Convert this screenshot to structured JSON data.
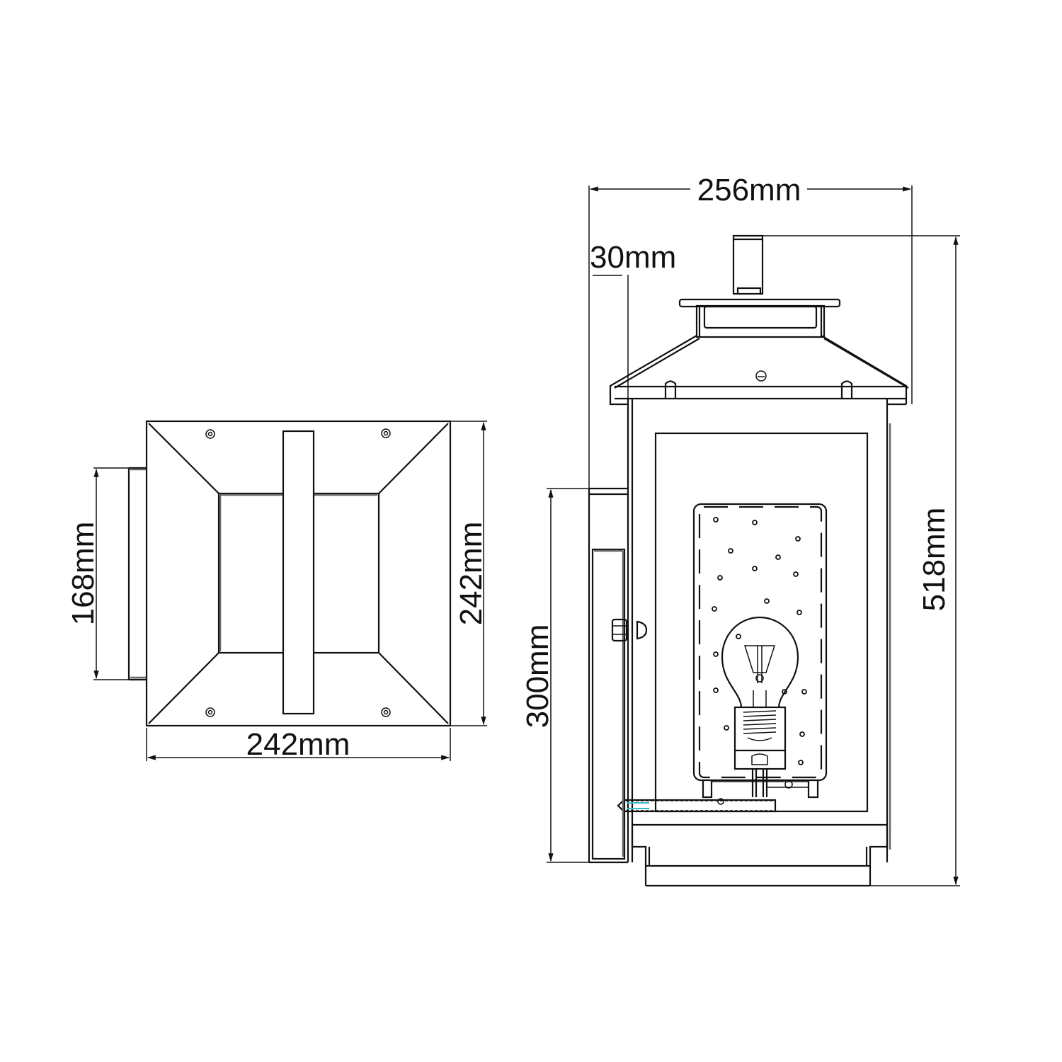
{
  "drawing": {
    "subject": "Outdoor wall lantern technical dimension drawing",
    "views": [
      {
        "id": "top-view",
        "name": "Top / plan view"
      },
      {
        "id": "side-view",
        "name": "Side elevation view"
      }
    ],
    "line_color": "#111111",
    "background": "#ffffff",
    "accent_color": "#3fb8c6"
  },
  "dimensions": {
    "top_width": "242mm",
    "top_depth": "242mm",
    "backplate_height": "168mm",
    "overall_width": "256mm",
    "wall_offset": "30mm",
    "overall_height": "518mm",
    "backplate_side_height": "300mm"
  }
}
